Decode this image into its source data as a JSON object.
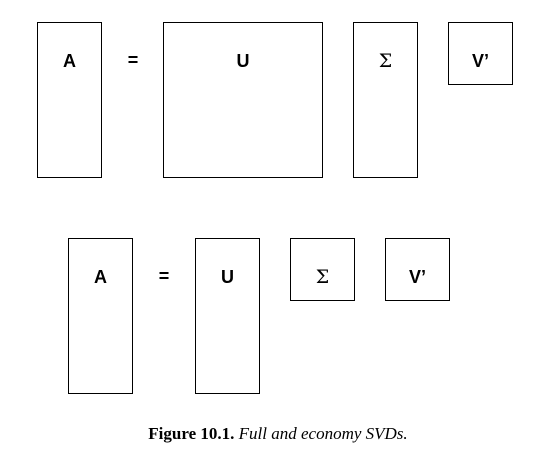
{
  "full_svd": {
    "a_label": "A",
    "equals": "=",
    "u_label": "U",
    "sigma_label": "Σ",
    "v_label": "V’"
  },
  "economy_svd": {
    "a_label": "A",
    "equals": "=",
    "u_label": "U",
    "sigma_label": "Σ",
    "v_label": "V’"
  },
  "caption": {
    "lead": "Figure 10.1.",
    "text": "Full and economy SVDs."
  }
}
